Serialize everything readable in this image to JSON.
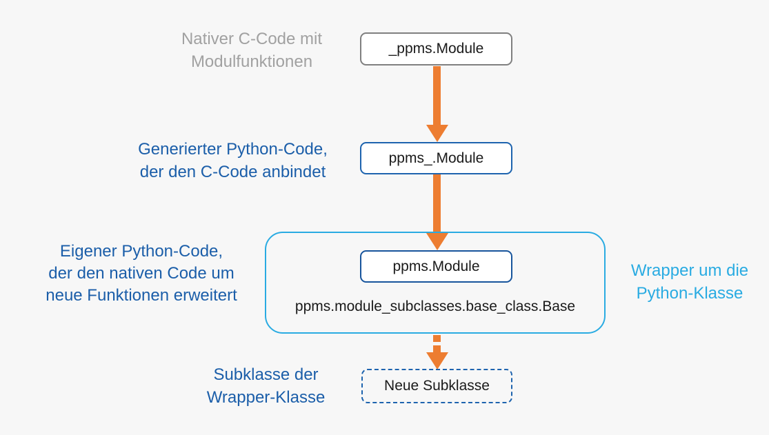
{
  "colors": {
    "background": "#F7F7F7",
    "orange": "#ED7D31",
    "gray_text": "#A1A1A1",
    "gray_border": "#7F7F7F",
    "dark_blue": "#1B5EA9",
    "blue_border": "#1D63AE",
    "navy_border": "#17549C",
    "cyan": "#29ABE2"
  },
  "nodes": {
    "native_module": {
      "label": "_ppms.Module"
    },
    "generated_module": {
      "label": "ppms_.Module"
    },
    "wrapper_module": {
      "label": "ppms.Module"
    },
    "wrapper_base_class": {
      "label": "ppms.module_subclasses.base_class.Base"
    },
    "new_subclass": {
      "label": "Neue Subklasse"
    }
  },
  "annotations": {
    "native_code": "Nativer C-Code mit\nModulfunktionen",
    "generated_code": "Generierter Python-Code,\nder den C-Code anbindet",
    "own_code": "Eigener Python-Code,\nder den nativen Code um\nneue Funktionen erweitert",
    "wrapper_class": "Wrapper um die\nPython-Klasse",
    "subclass": "Subklasse der\nWrapper-Klasse"
  }
}
